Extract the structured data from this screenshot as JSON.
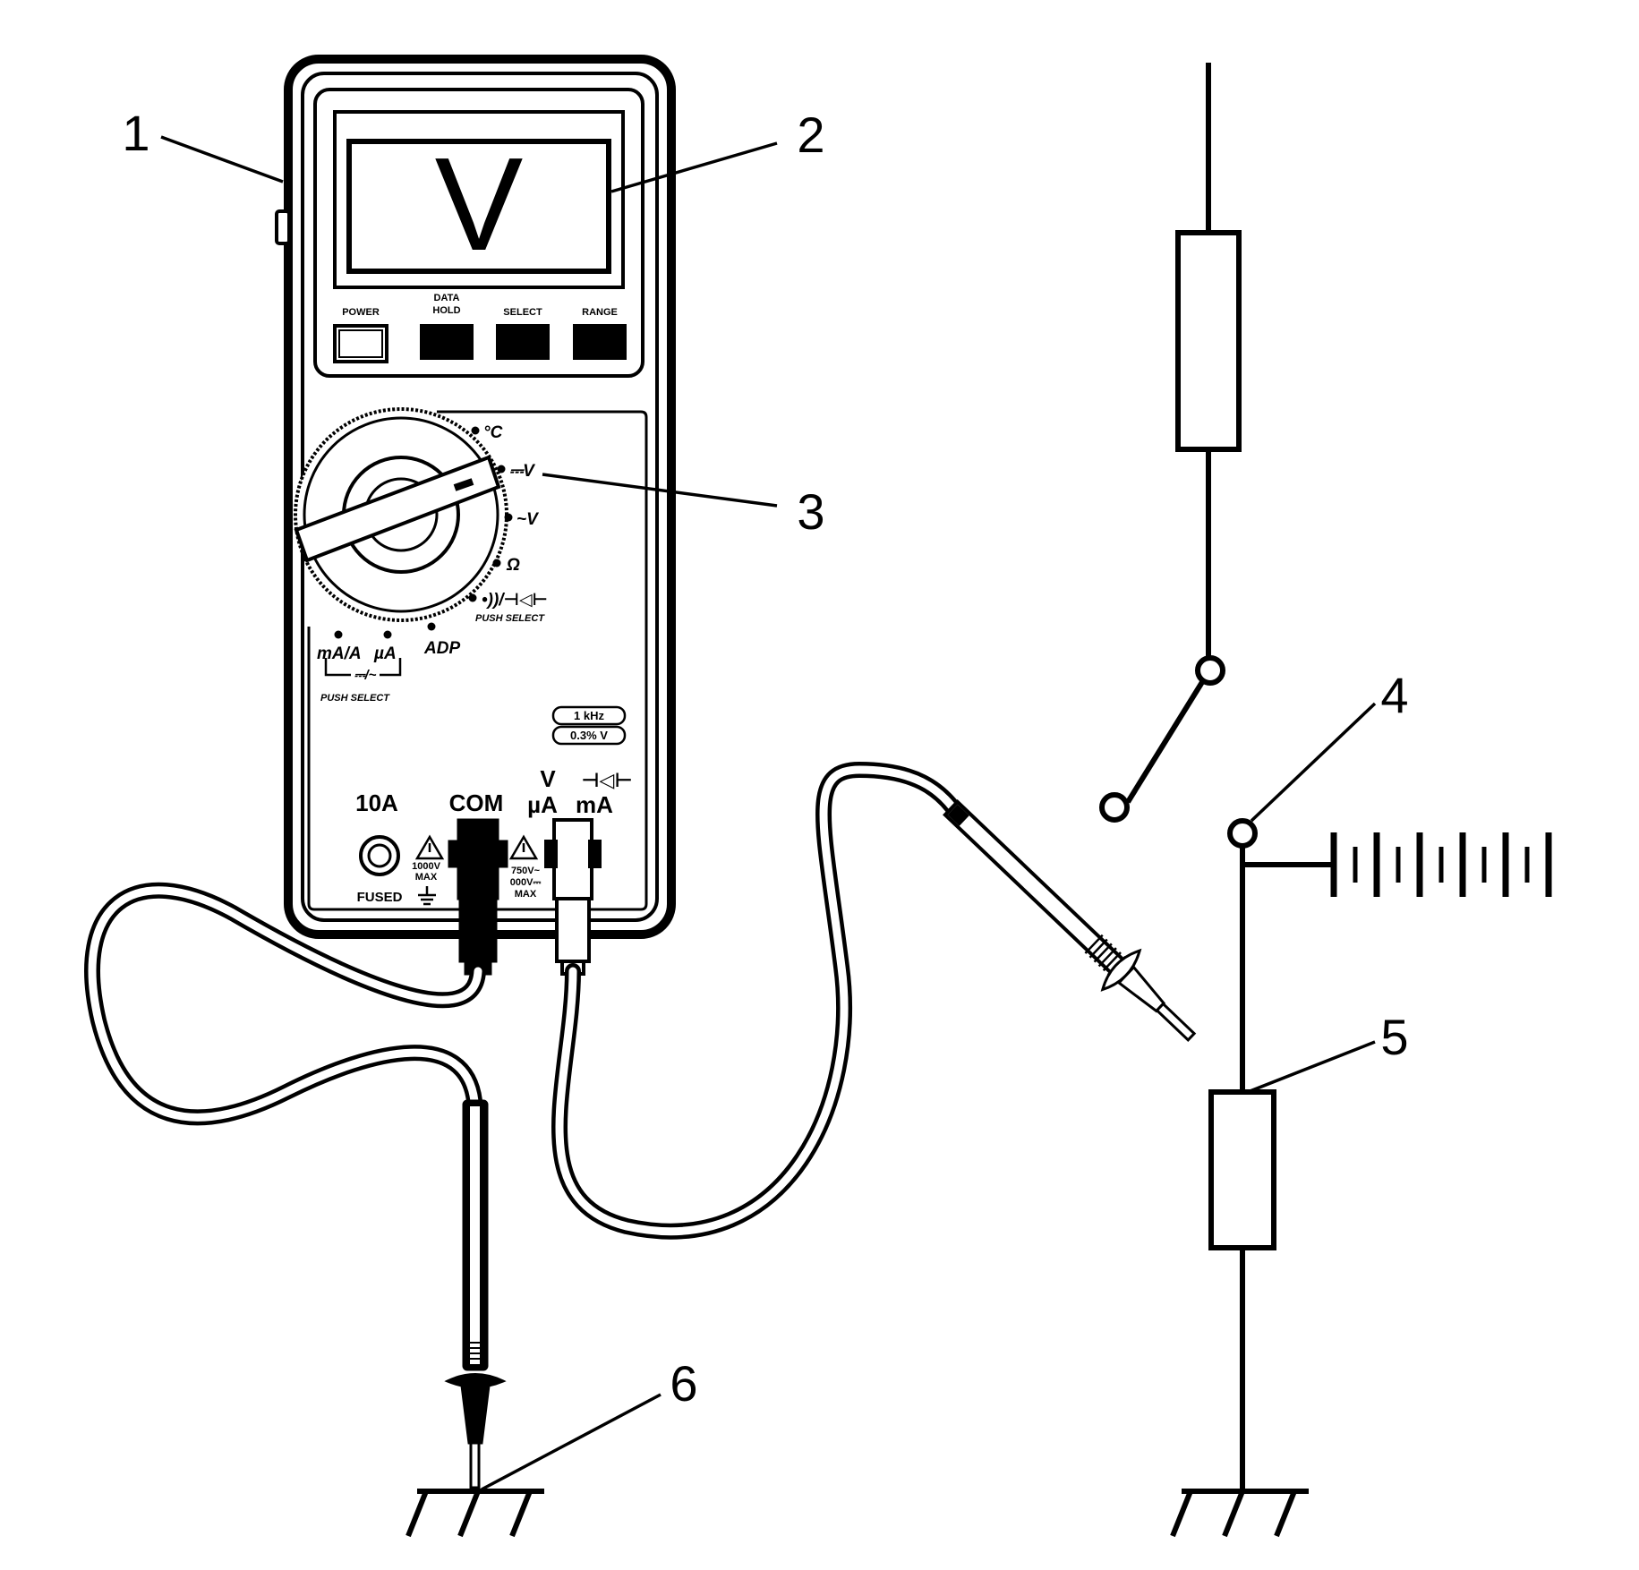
{
  "callouts": [
    "1",
    "2",
    "3",
    "4",
    "5",
    "6"
  ],
  "meter": {
    "display": "V",
    "buttons": {
      "power": "POWER",
      "data_hold_line1": "DATA",
      "data_hold_line2": "HOLD",
      "select": "SELECT",
      "range": "RANGE"
    },
    "dial": {
      "celsius": "°C",
      "dc_volts": "⎓V",
      "ac_volts": "~V",
      "ohms": "Ω",
      "continuity_diode": "•))/⊣◁⊢",
      "push_select_right": "PUSH SELECT",
      "adp": "ADP",
      "ma_a": "mA/A",
      "ua": "µA",
      "dc_ac": "⎓/~",
      "push_select_left": "PUSH SELECT"
    },
    "badges": [
      "1 kHz",
      "0.3% V"
    ],
    "jacks": {
      "a10": "10A",
      "com": "COM",
      "v": "V",
      "ua": "µA",
      "diode": "⊣◁⊢",
      "ma": "mA",
      "fused": "FUSED",
      "com_max_1": "1000V",
      "com_max_2": "MAX",
      "v_max_1": "750V~",
      "v_max_2": "000V⎓",
      "v_max_3": "MAX"
    }
  },
  "colors": {
    "ink": "#000000",
    "paper": "#ffffff"
  }
}
